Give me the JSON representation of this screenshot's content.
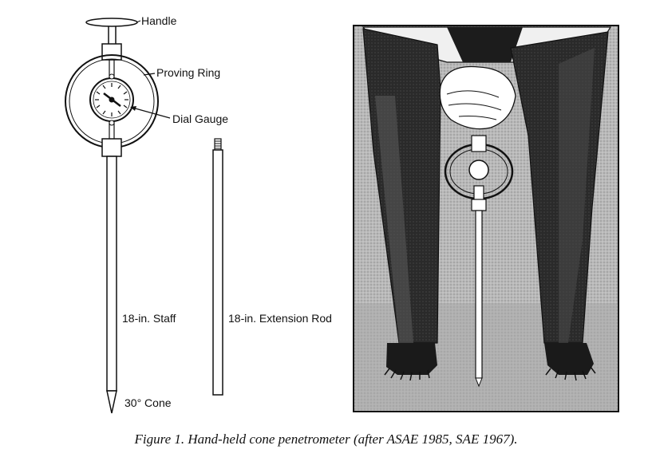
{
  "labels": {
    "handle": "Handle",
    "proving_ring": "Proving Ring",
    "dial_gauge": "Dial Gauge",
    "staff": "18-in. Staff",
    "extension_rod": "18-in. Extension Rod",
    "cone": "30° Cone"
  },
  "caption": "Figure 1. Hand-held cone penetrometer (after ASAE 1985, SAE 1967)."
}
